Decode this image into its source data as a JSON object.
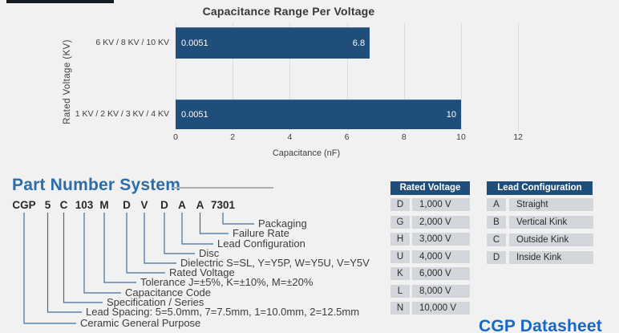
{
  "chart_data": {
    "type": "bar",
    "orientation": "horizontal",
    "title": "Capacitance Range Per Voltage",
    "xlabel": "Capacitance (nF)",
    "ylabel": "Rated Voltage  (KV)",
    "xlim": [
      0,
      12.4
    ],
    "xticks": [
      0,
      2,
      4,
      6,
      8,
      10,
      12
    ],
    "grid": true,
    "legend": false,
    "bar_color": "#1F4E7A",
    "bars": [
      {
        "category": "6 KV / 8 KV / 10 KV",
        "min": 0.0051,
        "max": 6.8,
        "min_label": "0.0051",
        "max_label": "6.8"
      },
      {
        "category": "1 KV / 2 KV / 3 KV / 4 KV",
        "min": 0.0051,
        "max": 10,
        "min_label": "0.0051",
        "max_label": "10"
      }
    ]
  },
  "part_number_system": {
    "heading": "Part Number System",
    "codes": [
      "CGP",
      "5",
      "C",
      "103",
      "M",
      "D",
      "V",
      "D",
      "A",
      "A",
      "7301"
    ],
    "meanings": [
      {
        "code": "CGP",
        "label": "Ceramic General Purpose"
      },
      {
        "code": "5",
        "label": "Lead Spacing: 5=5.0mm, 7=7.5mm, 1=10.0mm, 2=12.5mm"
      },
      {
        "code": "C",
        "label": "Specification / Series"
      },
      {
        "code": "103",
        "label": "Capacitance Code"
      },
      {
        "code": "M",
        "label": "Tolerance J=±5%, K=±10%, M=±20%"
      },
      {
        "code": "D",
        "label": "Rated Voltage"
      },
      {
        "code": "V",
        "label": "Dielectric S=SL, Y=Y5P, W=Y5U, V=Y5V"
      },
      {
        "code": "D",
        "label": "Disc"
      },
      {
        "code": "A",
        "label": "Lead Configuration"
      },
      {
        "code": "A",
        "label": "Failure Rate"
      },
      {
        "code": "7301",
        "label": "Packaging"
      }
    ]
  },
  "tables": {
    "rated_voltage": {
      "title": "Rated Voltage",
      "rows": [
        {
          "code": "D",
          "value": "1,000 V"
        },
        {
          "code": "G",
          "value": "2,000 V"
        },
        {
          "code": "H",
          "value": "3,000 V"
        },
        {
          "code": "U",
          "value": "4,000 V"
        },
        {
          "code": "K",
          "value": "6,000 V"
        },
        {
          "code": "L",
          "value": "8,000 V"
        },
        {
          "code": "N",
          "value": "10,000 V"
        }
      ]
    },
    "lead_configuration": {
      "title": "Lead Configuration",
      "rows": [
        {
          "code": "A",
          "value": "Straight"
        },
        {
          "code": "B",
          "value": "Vertical Kink"
        },
        {
          "code": "C",
          "value": "Outside Kink"
        },
        {
          "code": "D",
          "value": "Inside Kink"
        }
      ]
    }
  },
  "footer": {
    "title": "CGP Datasheet"
  },
  "colors": {
    "accent_navy": "#1F4E7A",
    "table_row_gray": "#D3D6DB",
    "section_heading_blue": "#2B6CA9",
    "brand_blue": "#1668C8",
    "connector_blue": "#41709F",
    "page_background": "#F1F1F1"
  }
}
